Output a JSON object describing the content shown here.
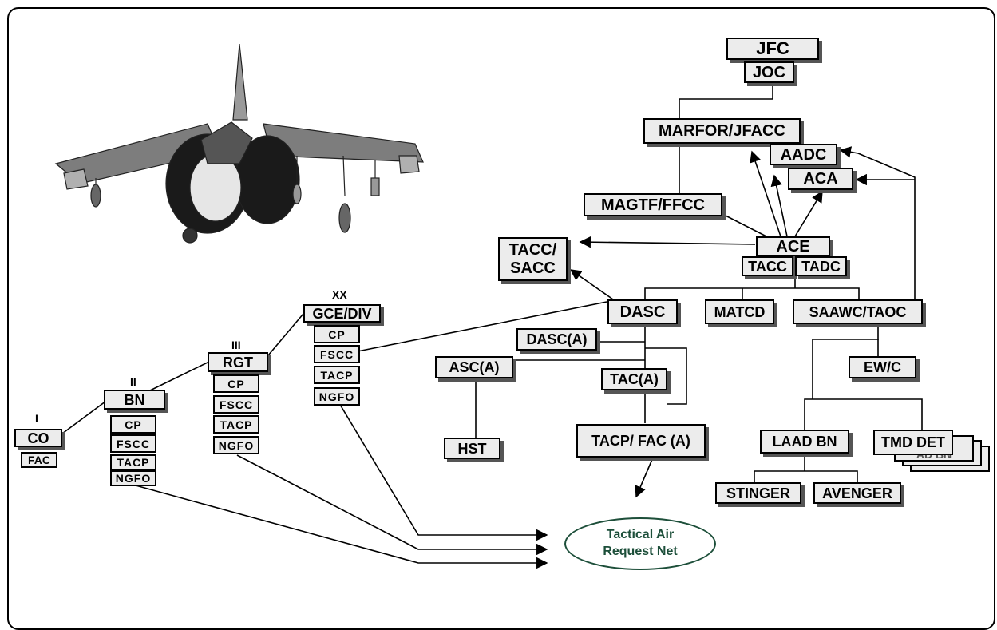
{
  "jet_icon": "harrier-jet-icon",
  "colors": {
    "box_fill": "#ececec",
    "net_color": "#1d4f3a"
  },
  "nodes": {
    "jfc": "JFC",
    "joc": "JOC",
    "marfor": "MARFOR/JFACC",
    "aadc": "AADC",
    "aca": "ACA",
    "magtf": "MAGTF/FFCC",
    "tacc_sacc_1": "TACC/",
    "tacc_sacc_2": "SACC",
    "ace": "ACE",
    "tacc": "TACC",
    "tadc": "TADC",
    "dasc": "DASC",
    "matcd": "MATCD",
    "saawc": "SAAWC/TAOC",
    "dasc_a": "DASC(A)",
    "asc_a": "ASC(A)",
    "tac_a": "TAC(A)",
    "hst": "HST",
    "tacp_fac": "TACP/ FAC (A)",
    "ewc": "EW/C",
    "laad": "LAAD BN",
    "tmd": "TMD DET",
    "tmd_ghost": "AD BN",
    "stinger": "STINGER",
    "avenger": "AVENGER",
    "gce": "GCE/DIV",
    "gce_cp": "CP",
    "gce_fscc": "FSCC",
    "gce_tacp": "TACP",
    "gce_ngfo": "NGFO",
    "rgt": "RGT",
    "rgt_cp": "CP",
    "rgt_fscc": "FSCC",
    "rgt_tacp": "TACP",
    "rgt_ngfo": "NGFO",
    "bn": "BN",
    "bn_cp": "CP",
    "bn_fscc": "FSCC",
    "bn_tacp": "TACP",
    "bn_ngfo": "NGFO",
    "co": "CO",
    "fac": "FAC"
  },
  "echelons": {
    "xx": "XX",
    "iii": "III",
    "ii": "II",
    "i": "I"
  },
  "net": {
    "line1": "Tactical Air",
    "line2": "Request Net"
  }
}
